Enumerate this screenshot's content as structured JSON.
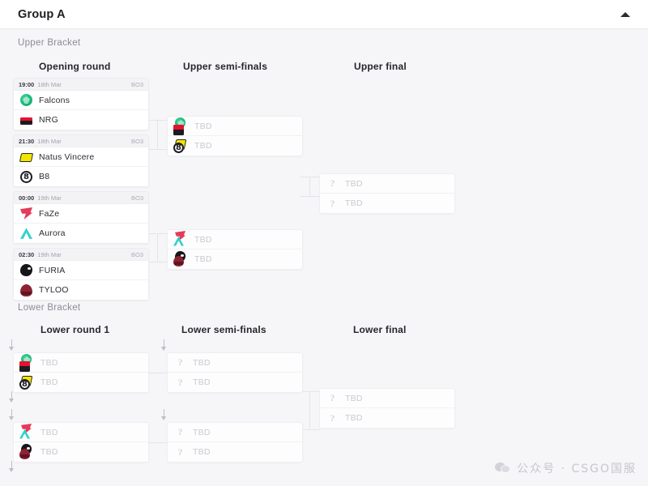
{
  "header": {
    "title": "Group A",
    "collapse_icon": "chevron-up-icon"
  },
  "brackets": {
    "upper_label": "Upper Bracket",
    "lower_label": "Lower Bracket"
  },
  "rounds": {
    "upper": [
      {
        "title": "Opening round"
      },
      {
        "title": "Upper semi-finals"
      },
      {
        "title": "Upper final"
      }
    ],
    "lower": [
      {
        "title": "Lower round 1"
      },
      {
        "title": "Lower semi-finals"
      },
      {
        "title": "Lower final"
      }
    ]
  },
  "matches": {
    "upper_opening": [
      {
        "time": "19:00",
        "date": "18th Mar",
        "format": "BO3",
        "teams": [
          {
            "name": "Falcons",
            "logo": "falcons-logo"
          },
          {
            "name": "NRG",
            "logo": "nrg-logo"
          }
        ]
      },
      {
        "time": "21:30",
        "date": "18th Mar",
        "format": "BO3",
        "teams": [
          {
            "name": "Natus Vincere",
            "logo": "navi-logo"
          },
          {
            "name": "B8",
            "logo": "b8-logo"
          }
        ]
      },
      {
        "time": "00:00",
        "date": "19th Mar",
        "format": "BO3",
        "teams": [
          {
            "name": "FaZe",
            "logo": "faze-logo"
          },
          {
            "name": "Aurora",
            "logo": "aurora-logo"
          }
        ]
      },
      {
        "time": "02:30",
        "date": "19th Mar",
        "format": "BO3",
        "teams": [
          {
            "name": "FURIA",
            "logo": "furia-logo"
          },
          {
            "name": "TYLOO",
            "logo": "tyloo-logo"
          }
        ]
      }
    ],
    "upper_semis": [
      {
        "teams": [
          {
            "name": "TBD",
            "logo": "falcons-nrg-pending-logo"
          },
          {
            "name": "TBD",
            "logo": "navi-b8-pending-logo"
          }
        ]
      },
      {
        "teams": [
          {
            "name": "TBD",
            "logo": "faze-aurora-pending-logo"
          },
          {
            "name": "TBD",
            "logo": "furia-tyloo-pending-logo"
          }
        ]
      }
    ],
    "upper_final": [
      {
        "teams": [
          {
            "name": "TBD",
            "logo": "question-mark-icon"
          },
          {
            "name": "TBD",
            "logo": "question-mark-icon"
          }
        ]
      }
    ],
    "lower_round_1": [
      {
        "teams": [
          {
            "name": "TBD",
            "logo": "falcons-nrg-pending-logo"
          },
          {
            "name": "TBD",
            "logo": "navi-b8-pending-logo"
          }
        ]
      },
      {
        "teams": [
          {
            "name": "TBD",
            "logo": "faze-aurora-pending-logo"
          },
          {
            "name": "TBD",
            "logo": "furia-tyloo-pending-logo"
          }
        ]
      }
    ],
    "lower_semis": [
      {
        "teams": [
          {
            "name": "TBD",
            "logo": "question-mark-icon"
          },
          {
            "name": "TBD",
            "logo": "question-mark-icon"
          }
        ]
      },
      {
        "teams": [
          {
            "name": "TBD",
            "logo": "question-mark-icon"
          },
          {
            "name": "TBD",
            "logo": "question-mark-icon"
          }
        ]
      }
    ],
    "lower_final": [
      {
        "teams": [
          {
            "name": "TBD",
            "logo": "question-mark-icon"
          },
          {
            "name": "TBD",
            "logo": "question-mark-icon"
          }
        ]
      }
    ]
  },
  "watermark": {
    "text": "公众号 · CSGO国服",
    "icon": "wechat-icon"
  },
  "colors": {
    "background": "#f6f6f8",
    "card": "#ffffff",
    "border": "#ececf1",
    "text": "#2c2c33",
    "muted": "#9b9ba4",
    "tbd": "#c9c9d1"
  }
}
